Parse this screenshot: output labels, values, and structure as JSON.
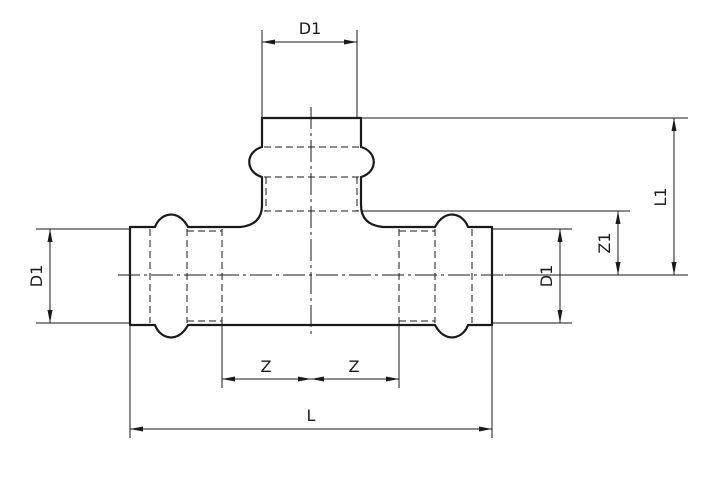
{
  "drawing": {
    "labels": {
      "d1_top": "D1",
      "d1_left": "D1",
      "d1_right": "D1",
      "l1": "L1",
      "z1": "Z1",
      "z_left": "Z",
      "z_right": "Z",
      "l": "L"
    }
  }
}
